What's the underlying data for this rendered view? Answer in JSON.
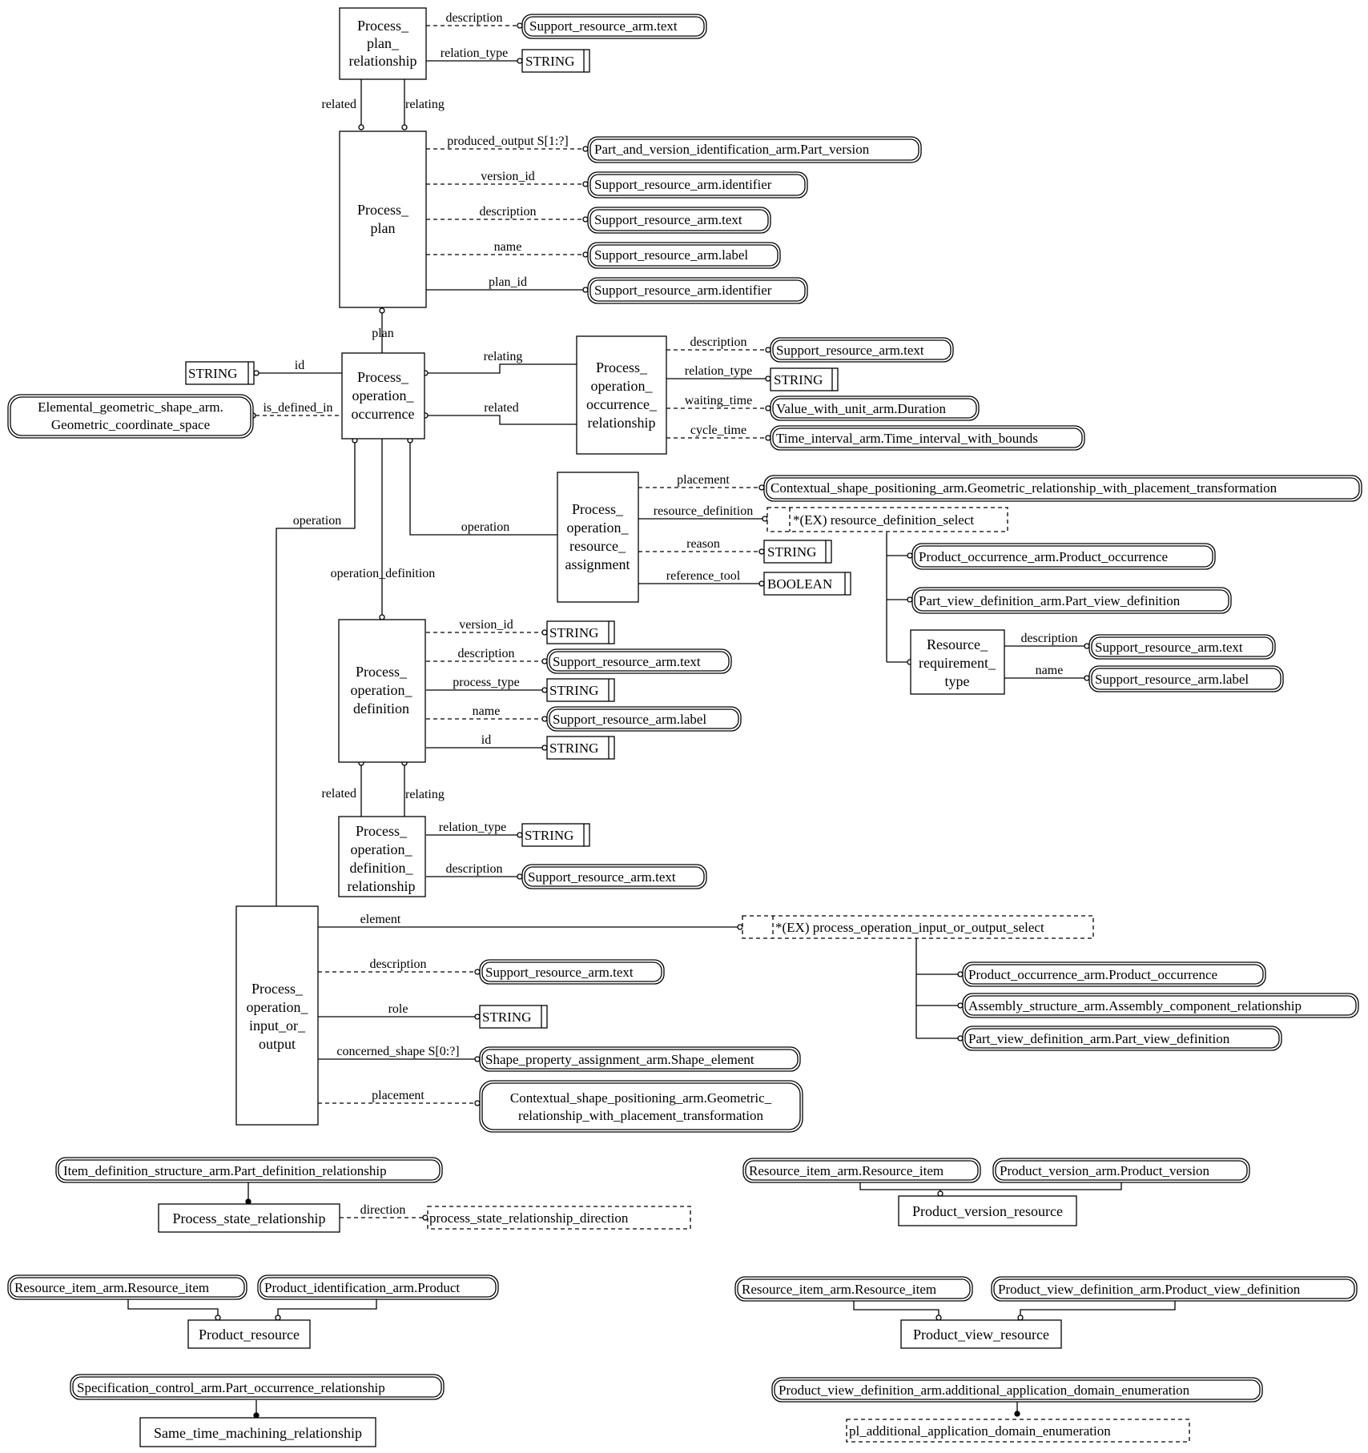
{
  "entities": {
    "process_plan_relationship": [
      "Process_",
      "plan_",
      "relationship"
    ],
    "process_plan": [
      "Process_",
      "plan"
    ],
    "process_operation_occurrence": [
      "Process_",
      "operation_",
      "occurrence"
    ],
    "process_operation_occurrence_relationship": [
      "Process_",
      "operation_",
      "occurrence_",
      "relationship"
    ],
    "process_operation_resource_assignment": [
      "Process_",
      "operation_",
      "resource_",
      "assignment"
    ],
    "resource_requirement_type": [
      "Resource_",
      "requirement_",
      "type"
    ],
    "process_operation_definition": [
      "Process_",
      "operation_",
      "definition"
    ],
    "process_operation_definition_relationship": [
      "Process_",
      "operation_",
      "definition_",
      "relationship"
    ],
    "process_operation_input_or_output": [
      "Process_",
      "operation_",
      "input_or_",
      "output"
    ],
    "process_state_relationship": [
      "Process_state_relationship"
    ],
    "product_version_resource": [
      "Product_version_resource"
    ],
    "product_resource": [
      "Product_resource"
    ],
    "product_view_resource": [
      "Product_view_resource"
    ],
    "same_time_machining_relationship": [
      "Same_time_machining_relationship"
    ]
  },
  "types": {
    "string": "STRING",
    "boolean": "BOOLEAN",
    "text": "Support_resource_arm.text",
    "identifier": "Support_resource_arm.identifier",
    "label": "Support_resource_arm.label",
    "part_version": "Part_and_version_identification_arm.Part_version",
    "duration": "Value_with_unit_arm.Duration",
    "time_interval": "Time_interval_arm.Time_interval_with_bounds",
    "geometric_coordinate_space": [
      "Elemental_geometric_shape_arm.",
      "Geometric_coordinate_space"
    ],
    "placement_transformation": "Contextual_shape_positioning_arm.Geometric_relationship_with_placement_transformation",
    "placement_transformation_wrapped": [
      "Contextual_shape_positioning_arm.Geometric_",
      "relationship_with_placement_transformation"
    ],
    "resource_definition_select": "*(EX) resource_definition_select",
    "product_occurrence": "Product_occurrence_arm.Product_occurrence",
    "part_view_definition": "Part_view_definition_arm.Part_view_definition",
    "input_or_output_select": "*(EX) process_operation_input_or_output_select",
    "assembly_component_relationship": "Assembly_structure_arm.Assembly_component_relationship",
    "shape_element": "Shape_property_assignment_arm.Shape_element",
    "part_definition_relationship": "Item_definition_structure_arm.Part_definition_relationship",
    "process_state_relationship_direction": "process_state_relationship_direction",
    "resource_item": "Resource_item_arm.Resource_item",
    "product_version": "Product_version_arm.Product_version",
    "product": "Product_identification_arm.Product",
    "product_view_definition": "Product_view_definition_arm.Product_view_definition",
    "part_occurrence_relationship": "Specification_control_arm.Part_occurrence_relationship",
    "additional_application_domain_enumeration": "Product_view_definition_arm.additional_application_domain_enumeration",
    "pl_additional_application_domain_enumeration": "pl_additional_application_domain_enumeration"
  },
  "roles": {
    "description": "description",
    "relation_type": "relation_type",
    "related": "related",
    "relating": "relating",
    "produced_output": "produced_output S[1:?]",
    "version_id": "version_id",
    "name": "name",
    "plan_id": "plan_id",
    "plan": "plan",
    "id": "id",
    "is_defined_in": "is_defined_in",
    "waiting_time": "waiting_time",
    "cycle_time": "cycle_time",
    "placement": "placement",
    "resource_definition": "resource_definition",
    "reason": "reason",
    "reference_tool": "reference_tool",
    "operation": "operation",
    "operation_definition": "operation_definition",
    "process_type": "process_type",
    "element": "element",
    "role": "role",
    "concerned_shape": "concerned_shape S[0:?]",
    "direction": "direction"
  }
}
